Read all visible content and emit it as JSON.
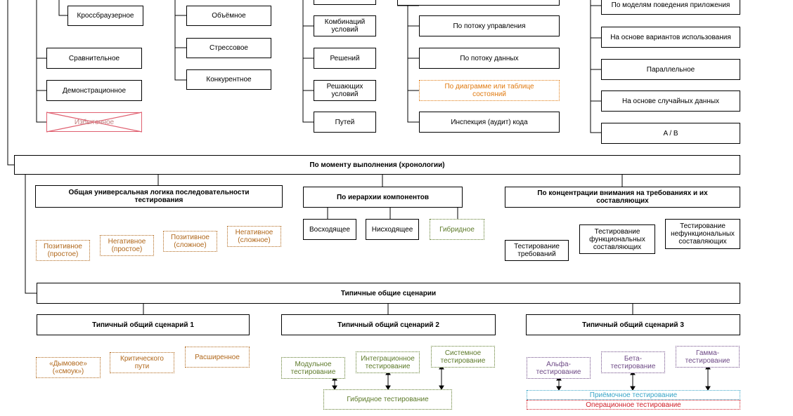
{
  "colors": {
    "orange": "#e07a10",
    "brown": "#b0671a",
    "green": "#5d7a2a",
    "purple": "#6e4a86",
    "cyan": "#3aa6c8",
    "red": "#d0202a"
  },
  "top": {
    "cross_browser": "Кроссбраузерное",
    "comparative": "Сравнительное",
    "demonstration": "Демонстрационное",
    "redundant": "Избыточное",
    "volume": "Объёмное",
    "stress": "Стрессовое",
    "competitive": "Конкурентное",
    "conditions_comb": "Комбинаций\nусловий",
    "decisions": "Решений",
    "decision_conditions": "Решающих\nусловий",
    "paths": "Путей",
    "control_flow": "По потоку управления",
    "data_flow": "По потоку данных",
    "state_diagram": "По диаграмме или таблице\nсостояний",
    "code_inspection": "Инспекция (аудит) кода",
    "behavior_models": "По моделям поведения приложения",
    "use_cases": "На основе вариантов использования",
    "parallel": "Параллельное",
    "random_data": "На основе случайных данных",
    "ab": "A / B"
  },
  "chronology": {
    "title": "По моменту выполнения (хронологии)",
    "universal_logic": "Общая универсальная логика последовательности\nтестирования",
    "hierarchy": "По иерархии компонентов",
    "requirements_focus": "По концентрации внимания на требованиях и их\nсоставляющих",
    "positive_simple": "Позитивное\n(простое)",
    "negative_simple": "Негативное\n(простое)",
    "positive_complex": "Позитивное\n(сложное)",
    "negative_complex": "Негативное\n(сложное)",
    "bottom_up": "Восходящее",
    "top_down": "Нисходящее",
    "hybrid": "Гибридное",
    "req_testing": "Тестирование\nтребований",
    "func_testing": "Тестирование\nфункциональных\nсоставляющих",
    "nonfunc_testing": "Тестирование\nнефункциональных\nсоставляющих"
  },
  "scenarios": {
    "title": "Типичные общие сценарии",
    "s1": "Типичный общий сценарий 1",
    "s2": "Типичный общий сценарий 2",
    "s3": "Типичный общий сценарий 3",
    "smoke": "«Дымовое»\n(«смоук»)",
    "critical_path": "Критического\nпути",
    "extended": "Расширенное",
    "unit": "Модульное\nтестирование",
    "integration": "Интеграционное\nтестирование",
    "system": "Системное\nтестирование",
    "hybrid_testing": "Гибридное тестирование",
    "alpha": "Альфа-\nтестирование",
    "beta": "Бета-\nтестирование",
    "gamma": "Гамма-\nтестирование",
    "acceptance": "Приёмочное тестирование",
    "operational": "Операционное тестирование"
  }
}
